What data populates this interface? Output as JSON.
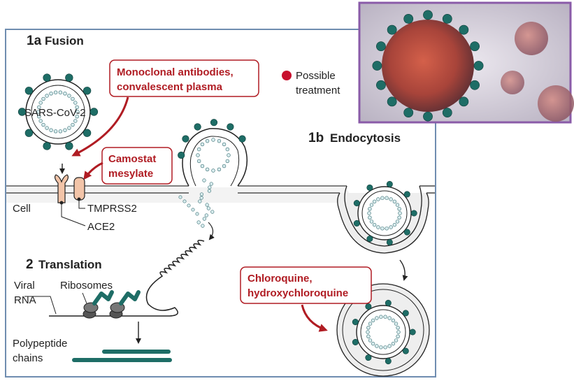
{
  "sections": {
    "fusion": {
      "number": "1a",
      "title": "Fusion"
    },
    "endocytosis": {
      "number": "1b",
      "title": "Endocytosis"
    },
    "translation": {
      "number": "2",
      "title": "Translation"
    }
  },
  "legend": {
    "line1": "Possible",
    "line2": "treatment",
    "color": "#c8102e"
  },
  "treatments": {
    "antibodies": {
      "line1": "Monoclonal antibodies,",
      "line2": "convalescent plasma"
    },
    "camostat": {
      "line1": "Camostat",
      "line2": "mesylate"
    },
    "chloroquine": {
      "line1": "Chloroquine,",
      "line2": "hydroxychloroquine"
    }
  },
  "labels": {
    "virus": "SARS-CoV-2",
    "cell": "Cell",
    "tmprss2": "TMPRSS2",
    "ace2": "ACE2",
    "viral_rna_1": "Viral",
    "viral_rna_2": "RNA",
    "ribosomes": "Ribosomes",
    "polypeptide_1": "Polypeptide",
    "polypeptide_2": "chains"
  },
  "colors": {
    "frame": "#6f8db0",
    "teal": "#1e6d66",
    "spike": "#2f7d76",
    "treatment_red": "#b01c23",
    "receptor": "#f2c4a8",
    "cytoplasm": "#f1f1f1",
    "photo_border": "#8a5ba8"
  }
}
